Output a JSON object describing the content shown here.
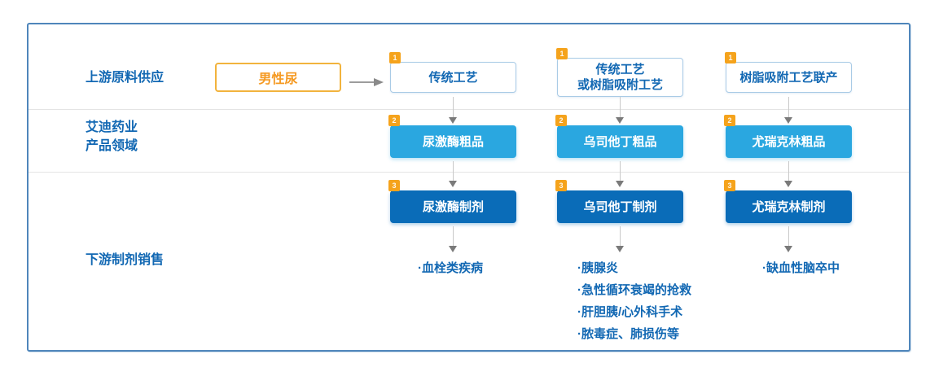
{
  "diagram": {
    "rows": [
      {
        "label": "上游原料供应"
      },
      {
        "label": "艾迪药业\n产品领域"
      },
      {
        "label": "下游制剂销售"
      }
    ],
    "source_box": {
      "label": "男性尿"
    },
    "columns": [
      {
        "process": {
          "badge": "1",
          "label": "传统工艺"
        },
        "crude": {
          "badge": "2",
          "label": "尿激酶粗品"
        },
        "formulation": {
          "badge": "3",
          "label": "尿激酶制剂"
        },
        "indications": [
          "·血栓类疾病"
        ]
      },
      {
        "process": {
          "badge": "1",
          "label": "传统工艺\n或树脂吸附工艺"
        },
        "crude": {
          "badge": "2",
          "label": "乌司他丁粗品"
        },
        "formulation": {
          "badge": "3",
          "label": "乌司他丁制剂"
        },
        "indications": [
          "·胰腺炎",
          "·急性循环衰竭的抢救",
          "·肝胆胰/心外科手术",
          "·脓毒症、肺损伤等"
        ]
      },
      {
        "process": {
          "badge": "1",
          "label": "树脂吸附工艺联产"
        },
        "crude": {
          "badge": "2",
          "label": "尤瑞克林粗品"
        },
        "formulation": {
          "badge": "3",
          "label": "尤瑞克林制剂"
        },
        "indications": [
          "·缺血性脑卒中"
        ]
      }
    ],
    "colors": {
      "accent_orange": "#f59a23",
      "badge_orange": "#f5a31c",
      "crude_blue": "#2aa7e0",
      "formulation_blue": "#0a6cb8",
      "text_blue": "#1268b3",
      "frame_border": "#4f86bb"
    }
  }
}
